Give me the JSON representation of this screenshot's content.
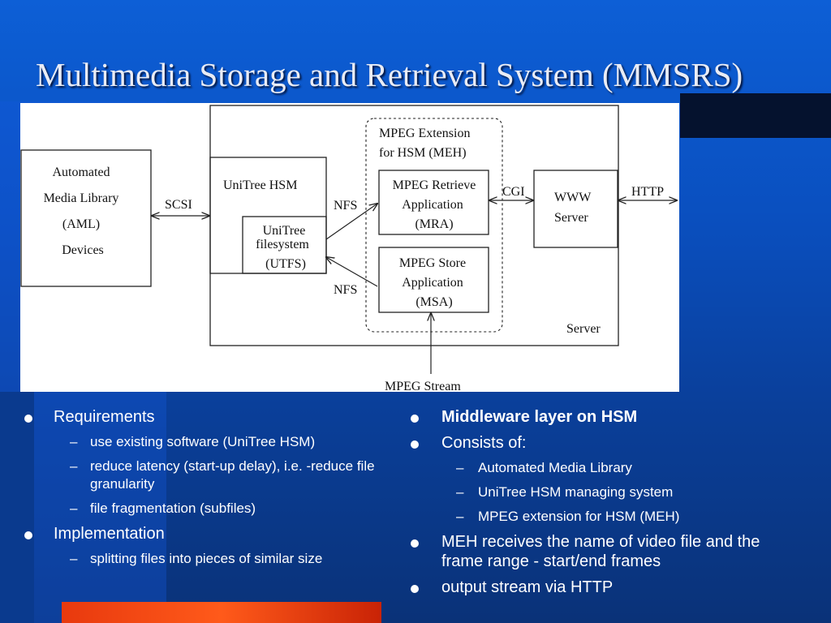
{
  "slide": {
    "title": "Multimedia Storage and Retrieval System (MMSRS)"
  },
  "diagram": {
    "aml": [
      "Automated",
      "Media Library",
      "(AML)",
      "Devices"
    ],
    "scsi": "SCSI",
    "unitree_hsm": "UniTree HSM",
    "utfs": [
      "UniTree",
      "filesystem",
      "(UTFS)"
    ],
    "nfs_top": "NFS",
    "nfs_bottom": "NFS",
    "meh": [
      "MPEG Extension",
      "for HSM (MEH)"
    ],
    "mra": [
      "MPEG  Retrieve",
      "Application",
      "(MRA)"
    ],
    "msa": [
      "MPEG  Store",
      "Application",
      "(MSA)"
    ],
    "cgi": "CGI",
    "www": [
      "WWW",
      "Server"
    ],
    "http": "HTTP",
    "server": "Server",
    "mpeg_stream": "MPEG Stream"
  },
  "left_column": [
    {
      "level": 1,
      "text": "Requirements",
      "bold": false
    },
    {
      "level": 2,
      "text": "use existing software (UniTree HSM)"
    },
    {
      "level": 2,
      "text": "reduce latency (start-up delay), i.e. -reduce file granularity"
    },
    {
      "level": 2,
      "text": "file fragmentation (subfiles)"
    },
    {
      "level": 1,
      "text": "Implementation",
      "bold": false
    },
    {
      "level": 2,
      "text": "splitting files into pieces of similar size"
    }
  ],
  "right_column": [
    {
      "level": 1,
      "text": "Middleware layer on  HSM",
      "bold": true
    },
    {
      "level": 1,
      "text": "Consists of:",
      "bold": false
    },
    {
      "level": 2,
      "text": "Automated Media Library"
    },
    {
      "level": 2,
      "text": "UniTree HSM managing system"
    },
    {
      "level": 2,
      "text": "MPEG extension for HSM (MEH)"
    },
    {
      "level": 1,
      "text": "MEH receives the name of video file and the frame range - start/end frames",
      "bold": false
    },
    {
      "level": 1,
      "text": "output stream via HTTP",
      "bold": false
    }
  ],
  "colors": {
    "background": "#0a4fbf",
    "accent_bar": "#e8390e",
    "text": "#ffffff"
  }
}
